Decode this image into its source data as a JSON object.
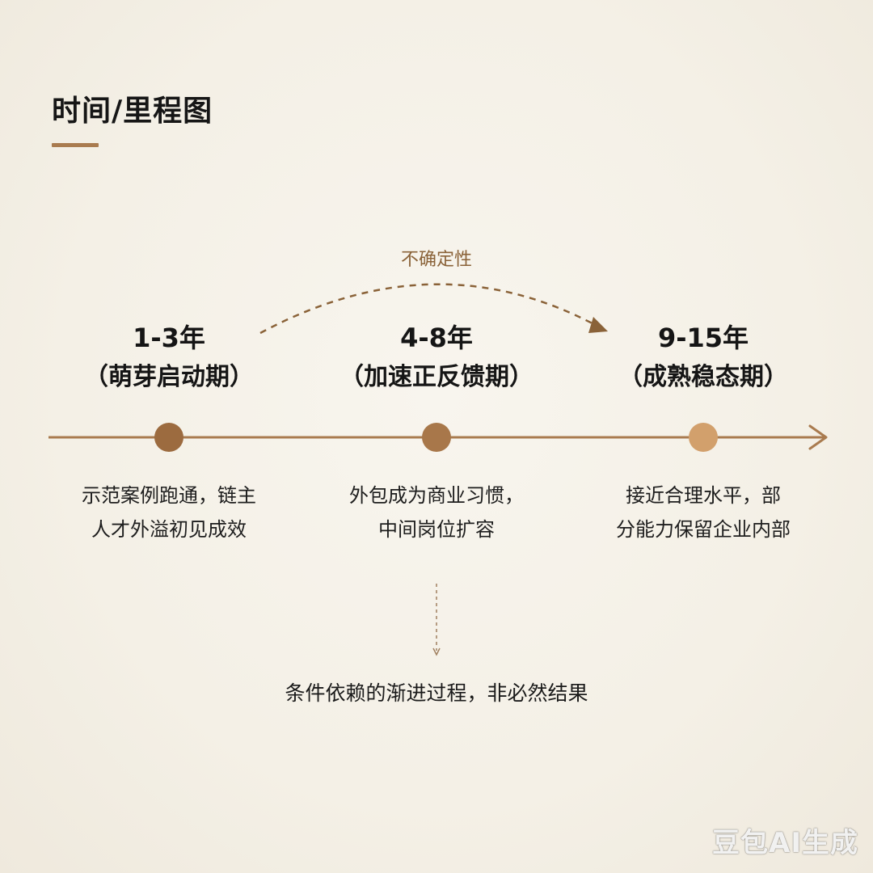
{
  "title": "时间/里程图",
  "uncertainty_label": "不确定性",
  "stages": [
    {
      "years": "1-3年",
      "phase": "（萌芽启动期）",
      "desc": [
        "示范案例跑通，链主",
        "人才外溢初见成效"
      ]
    },
    {
      "years": "4-8年",
      "phase": "（加速正反馈期）",
      "desc": [
        "外包成为商业习惯，",
        "中间岗位扩容"
      ]
    },
    {
      "years": "9-15年",
      "phase": "（成熟稳态期）",
      "desc": [
        "接近合理水平，部",
        "分能力保留企业内部"
      ]
    }
  ],
  "conclusion": "条件依赖的渐进过程，非必然结果",
  "watermark": "豆包AI生成",
  "colors": {
    "background": "#f5f1e8",
    "accent": "#a97b4f",
    "node1": "#9c6b3f",
    "node2": "#a8774a",
    "node3": "#d2a06c"
  }
}
